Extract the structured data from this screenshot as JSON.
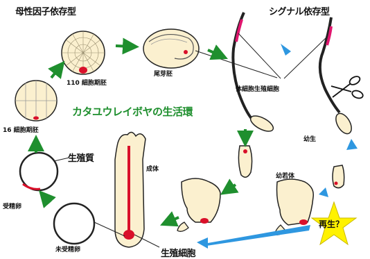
{
  "labels": {
    "maternal_dependent": "母性因子依存型",
    "signal_dependent": "シグナル依存型",
    "cell110": "110 細胞期胚",
    "cell16": "16 細胞期胚",
    "tailbud": "尾芽胚",
    "somatic_germ": "体細胞生殖細胞",
    "life_cycle": "カタユウレイボヤの生活環",
    "young": "幼生",
    "juvenile": "幼若体",
    "adult": "成体",
    "germ_plasm": "生殖質",
    "fertilized_egg": "受精卵",
    "unfertilized_egg": "未受精卵",
    "germ_cells": "生殖細胞",
    "regeneration": "再生？"
  },
  "colors": {
    "embryo_fill": "#fbf0cf",
    "outline": "#222222",
    "germ_red": "#d9102a",
    "magenta": "#e0156e",
    "arrow_green": "#1f8f2e",
    "arrow_blue": "#2e97e0",
    "star_yellow": "#fff200"
  },
  "icons": {
    "scissors": "scissors-icon"
  }
}
